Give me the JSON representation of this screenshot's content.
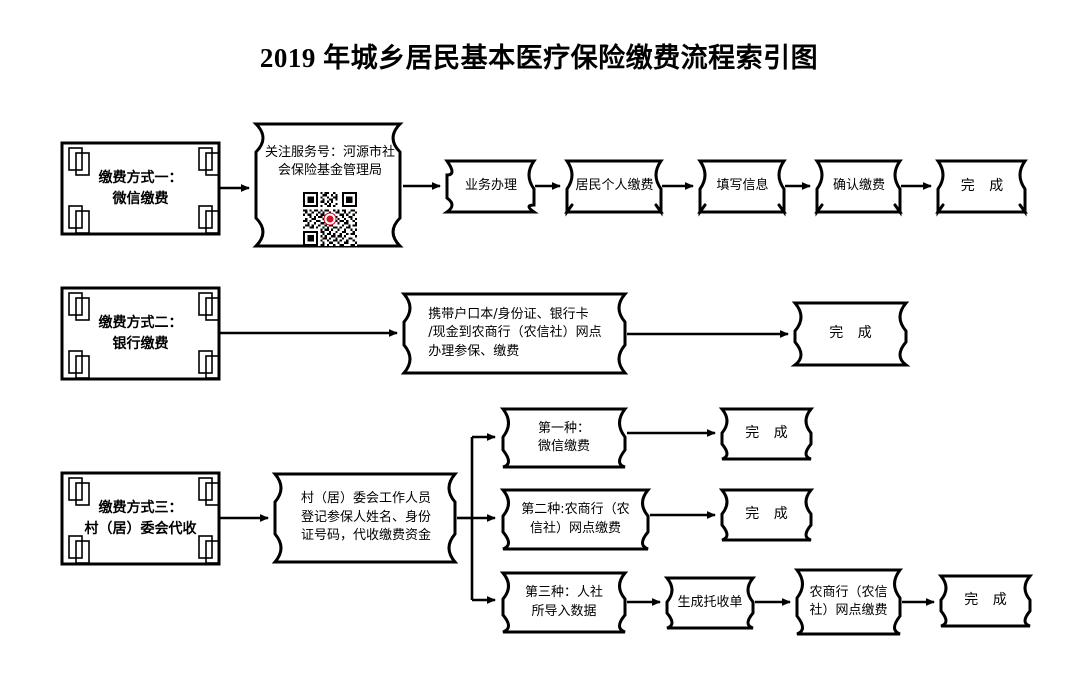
{
  "page": {
    "title": "2019 年城乡居民基本医疗保险缴费流程索引图",
    "background_color": "#ffffff",
    "line_color": "#000000",
    "text_color": "#000000",
    "qr_logo_color": "#cf1322"
  },
  "rows": [
    {
      "id": "row-1",
      "method": {
        "line1": "缴费方式一：",
        "line2": "微信缴费"
      },
      "source_box": {
        "line1": "关注服务号：河源市社",
        "line2": "会保险基金管理局",
        "qr_code": "qr-code-image",
        "qr_logo": "wechat-official-account-logo"
      },
      "steps": [
        {
          "label": "业务办理"
        },
        {
          "label": "居民个人缴费"
        },
        {
          "label": "填写信息"
        },
        {
          "label": "确认缴费"
        },
        {
          "label": "完 成"
        }
      ]
    },
    {
      "id": "row-2",
      "method": {
        "line1": "缴费方式二：",
        "line2": "银行缴费"
      },
      "detail_box": {
        "line1": "携带户口本/身份证、银行卡",
        "line2": "/现金到农商行（农信社）网点",
        "line3": "办理参保、缴费"
      },
      "steps": [
        {
          "label": "完 成"
        }
      ]
    },
    {
      "id": "row-3",
      "method": {
        "line1": "缴费方式三：",
        "line2": "村（居）委会代收"
      },
      "detail_box": {
        "line1": "村（居）委会工作人员",
        "line2": "登记参保人姓名、身份",
        "line3": "证号码，代收缴费资金"
      },
      "branches": [
        {
          "id": "branch-1",
          "label_line1": "第一种：",
          "label_line2": "微信缴费",
          "steps": [
            {
              "label": "完 成"
            }
          ]
        },
        {
          "id": "branch-2",
          "label_line1": "第二种:农商行（农",
          "label_line2": "信社）网点缴费",
          "steps": [
            {
              "label": "完 成"
            }
          ]
        },
        {
          "id": "branch-3",
          "label_line1": "第三种：人社",
          "label_line2": "所导入数据",
          "steps": [
            {
              "label": "生成托收单"
            },
            {
              "label": "农商行（农信",
              "label2": "社）网点缴费"
            },
            {
              "label": "完 成"
            }
          ]
        }
      ]
    }
  ]
}
